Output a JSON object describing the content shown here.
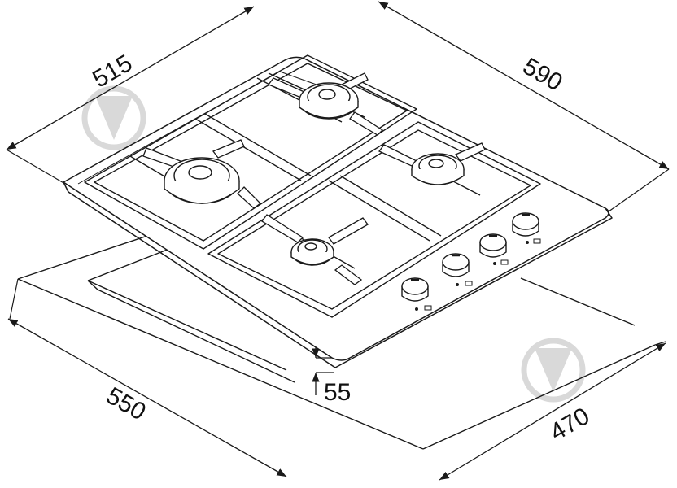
{
  "dimensions": {
    "top_left": "515",
    "top_right": "590",
    "bottom_left": "550",
    "bottom_right": "470",
    "depth": "55"
  },
  "colors": {
    "line": "#1a1a1a",
    "watermark": "#d9d9d9"
  },
  "icons": [
    "watermark-logo-icon",
    "burner-icon",
    "control-knob-icon"
  ]
}
